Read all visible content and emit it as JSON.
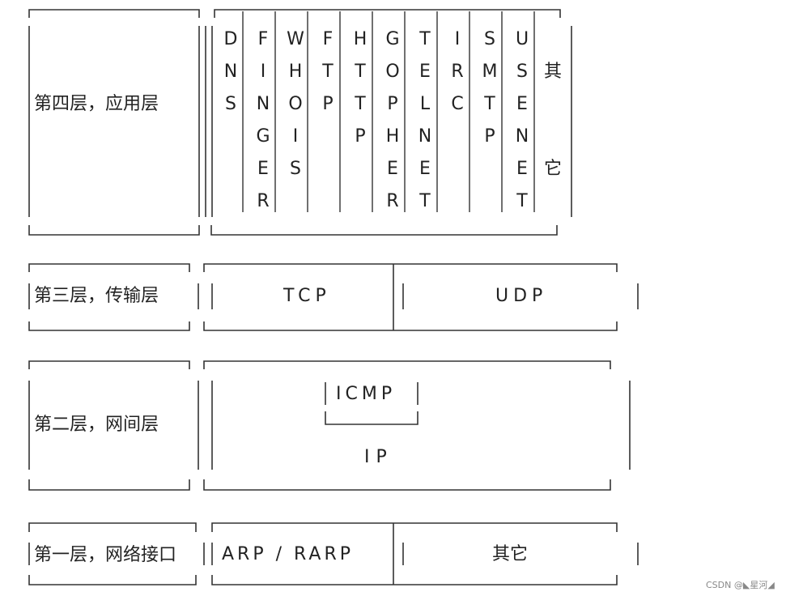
{
  "layers": [
    {
      "label": "第四层，应用层"
    },
    {
      "label": "第三层，传输层"
    },
    {
      "label": "第二层，网间层"
    },
    {
      "label": "第一层，网络接口"
    }
  ],
  "app_protocols": [
    {
      "letters": [
        "D",
        "N",
        "S",
        "",
        "",
        ""
      ]
    },
    {
      "letters": [
        "F",
        "I",
        "N",
        "G",
        "E",
        "R"
      ]
    },
    {
      "letters": [
        "W",
        "H",
        "O",
        "I",
        "S",
        ""
      ]
    },
    {
      "letters": [
        "F",
        "T",
        "P",
        "",
        "",
        ""
      ]
    },
    {
      "letters": [
        "H",
        "T",
        "T",
        "P",
        "",
        ""
      ]
    },
    {
      "letters": [
        "G",
        "O",
        "P",
        "H",
        "E",
        "R"
      ]
    },
    {
      "letters": [
        "T",
        "E",
        "L",
        "N",
        "E",
        "T"
      ]
    },
    {
      "letters": [
        "I",
        "R",
        "C",
        "",
        "",
        ""
      ]
    },
    {
      "letters": [
        "S",
        "M",
        "T",
        "P",
        "",
        ""
      ]
    },
    {
      "letters": [
        "U",
        "S",
        "E",
        "N",
        "E",
        "T"
      ]
    },
    {
      "letters": [
        "",
        "其",
        "",
        "",
        "它",
        ""
      ]
    }
  ],
  "transport": {
    "tcp": "TCP",
    "udp": "UDP"
  },
  "internet": {
    "icmp": "ICMP",
    "ip": "IP"
  },
  "link": {
    "arp": "ARP / RARP",
    "other": "其它"
  },
  "watermark": "CSDN @◣星河◢"
}
